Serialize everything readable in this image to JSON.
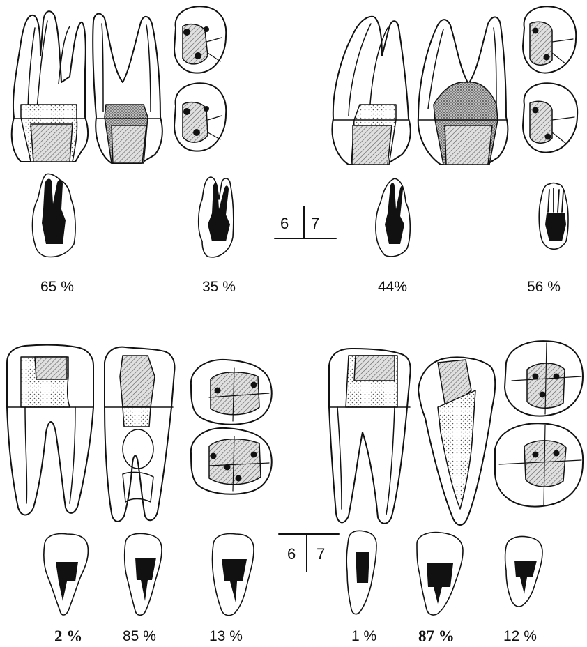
{
  "upper": {
    "tooth_left": "6",
    "tooth_right": "7",
    "percentages": [
      "65 %",
      "35 %",
      "44%",
      "56 %"
    ]
  },
  "lower": {
    "tooth_left": "6",
    "tooth_right": "7",
    "percentages": [
      "2 %",
      "85 %",
      "13 %",
      "1 %",
      "87 %",
      "12 %"
    ]
  }
}
